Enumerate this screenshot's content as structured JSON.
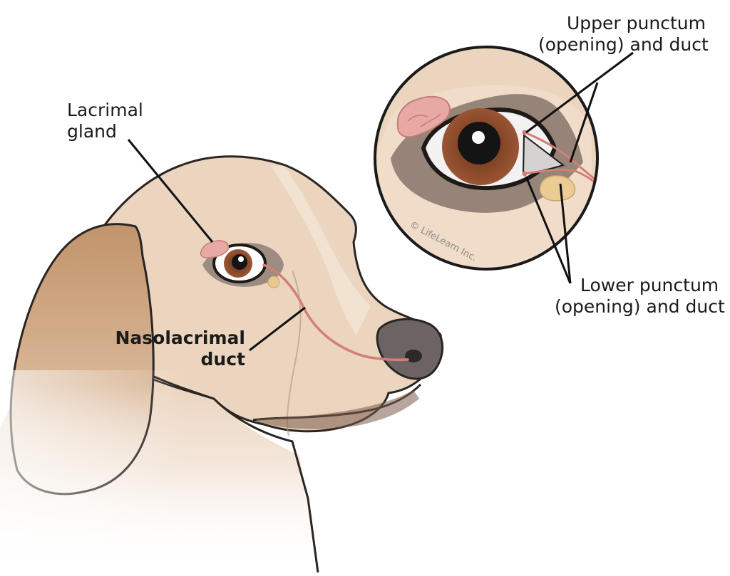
{
  "labels": {
    "lacrimal_gland": {
      "line1": "Lacrimal",
      "line2": "gland"
    },
    "nasolacrimal_duct": {
      "line1": "Nasolacrimal",
      "line2": "duct"
    },
    "upper_punctum": {
      "line1": "Upper punctum",
      "line2": "(opening) and duct"
    },
    "lower_punctum": {
      "line1": "Lower punctum",
      "line2": "(opening) and duct"
    }
  },
  "copyright": "© LifeLearn Inc.",
  "colors": {
    "skin": "#ecd4bc",
    "skin_shadow": "#c99c76",
    "ear": "#c59a72",
    "outline": "#2a2422",
    "nose": "#6b6462",
    "iris": "#8b4a2c",
    "pupil": "#141414",
    "eye_patch": "#9b8b80",
    "gland": "#e6a3a0",
    "duct": "#d98078"
  }
}
